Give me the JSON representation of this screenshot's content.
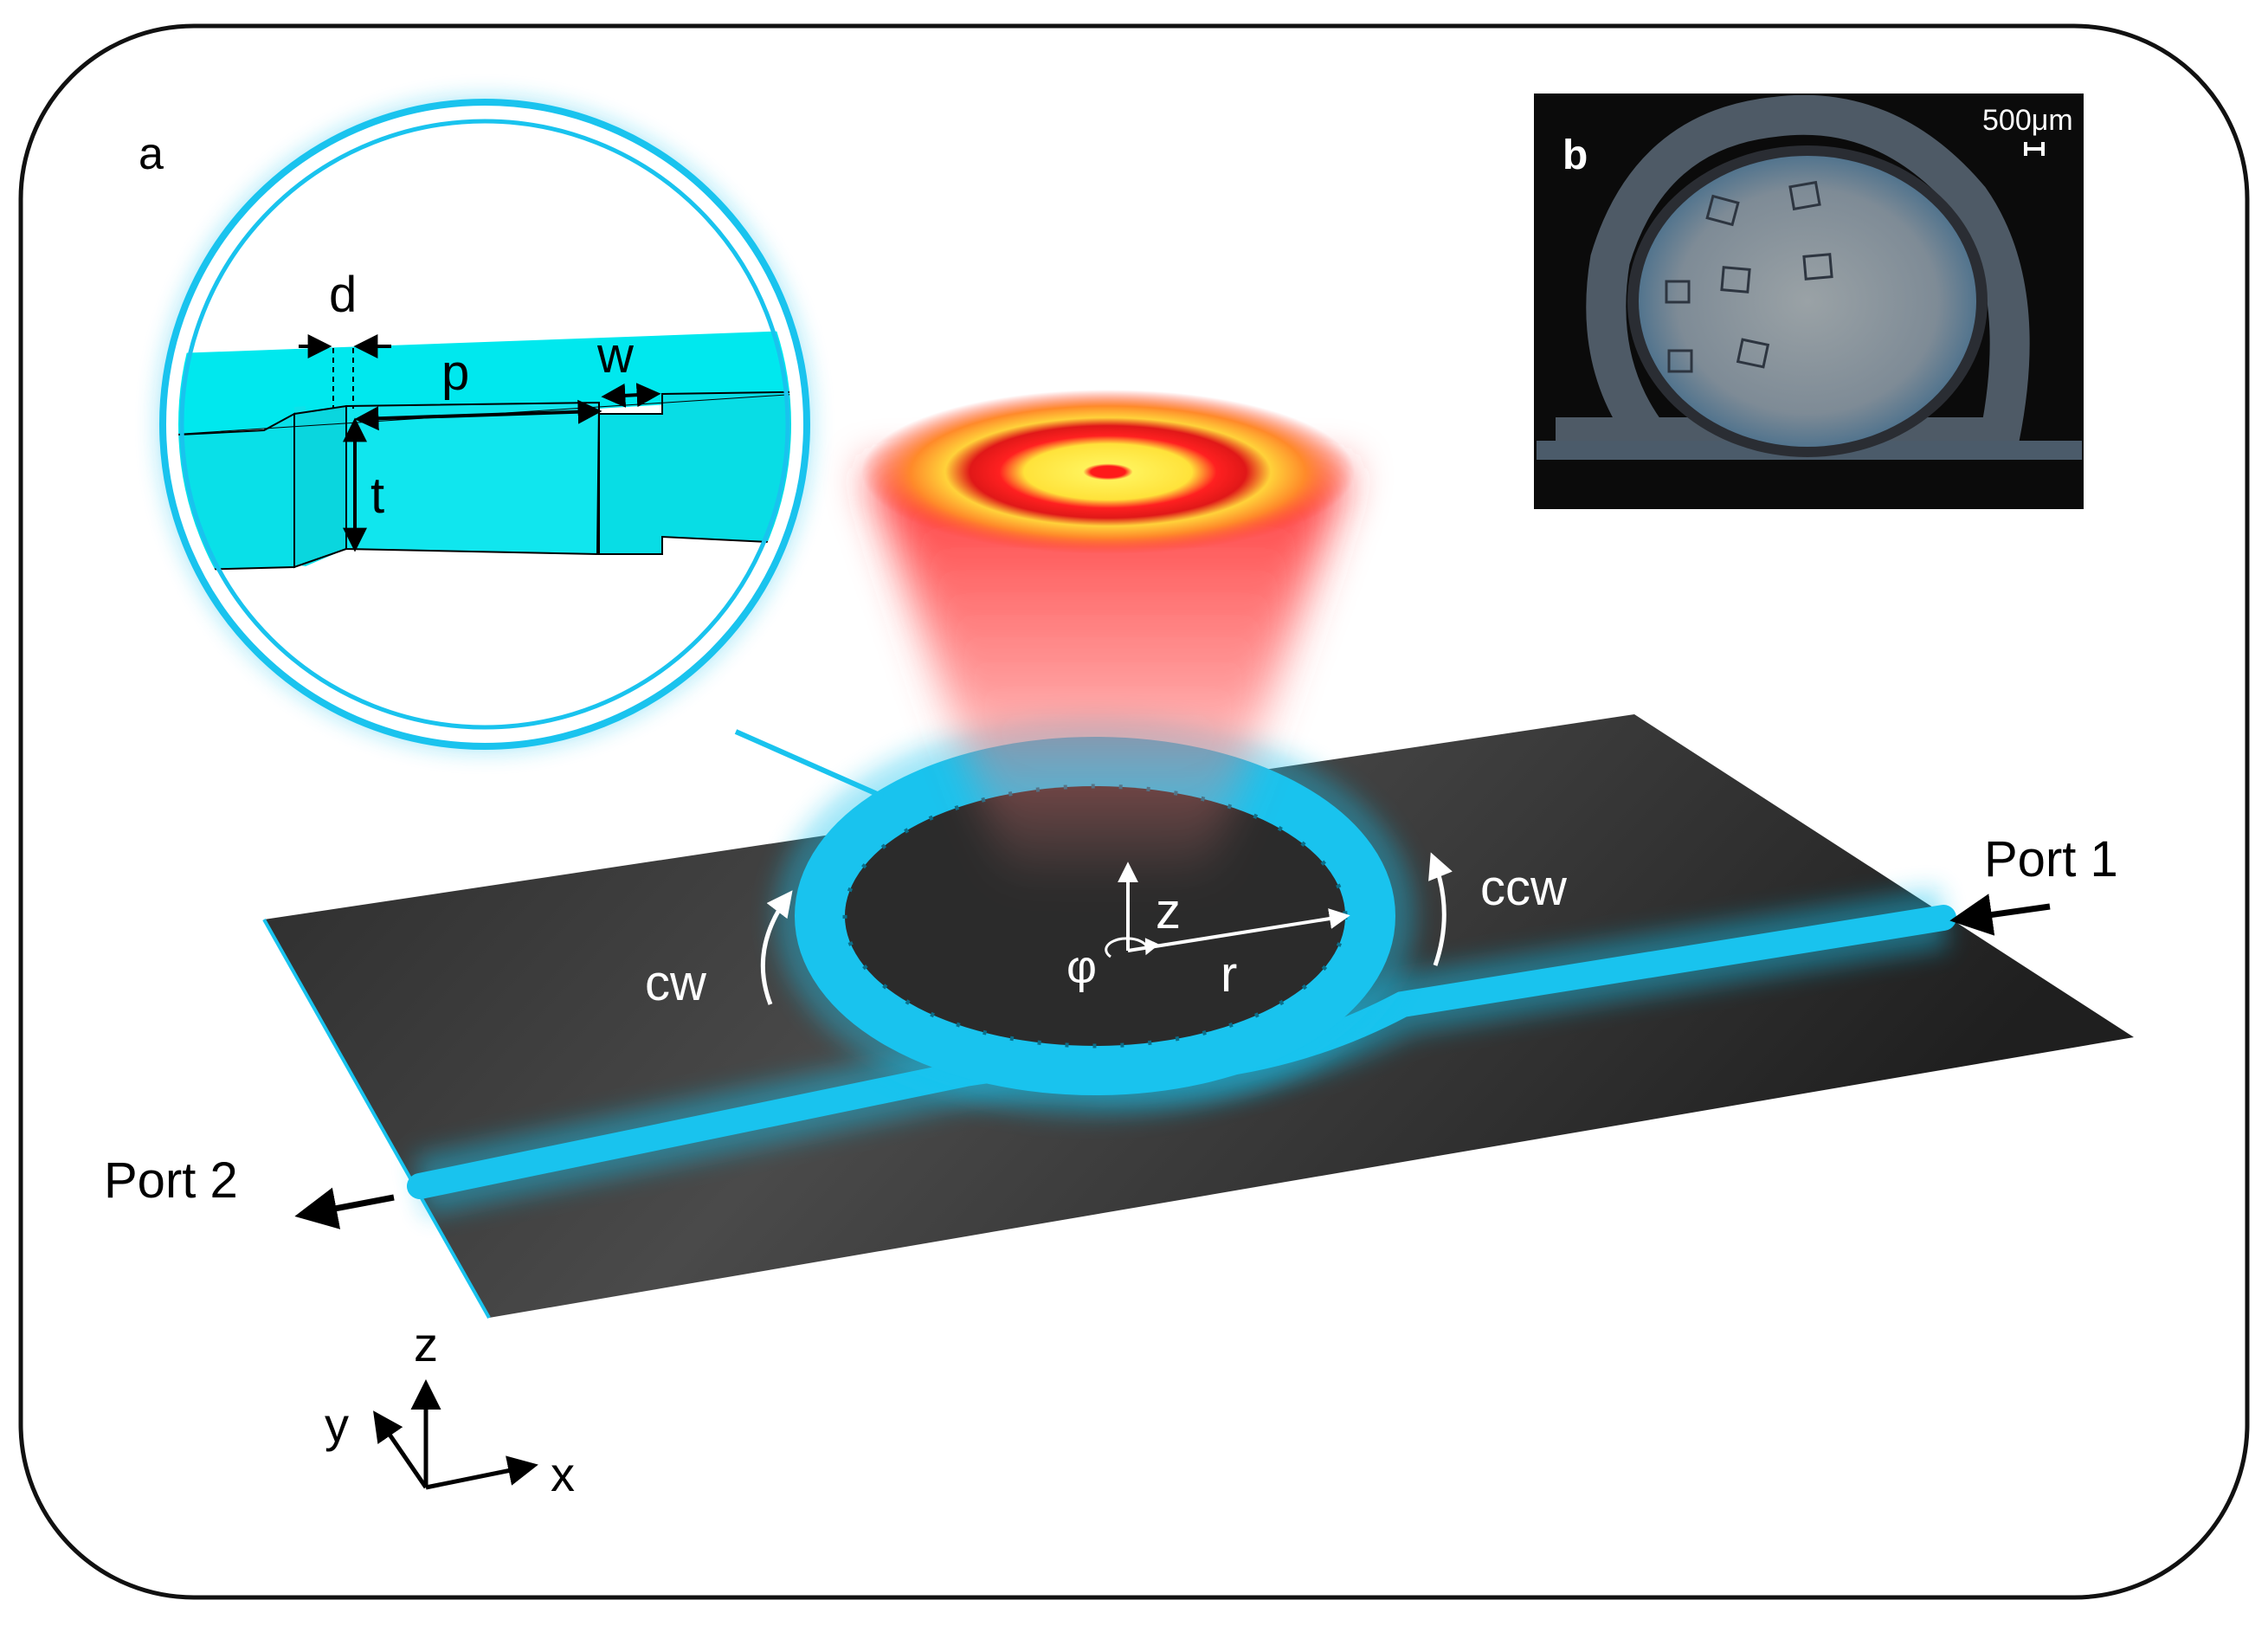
{
  "panel_a": {
    "label": "a",
    "zoom_labels": {
      "d": "d",
      "p": "p",
      "w": "w",
      "t": "t"
    },
    "ring_labels": {
      "cw": "cw",
      "ccw": "ccw",
      "z": "z",
      "r": "r",
      "phi": "φ"
    },
    "ports": {
      "port1": "Port 1",
      "port2": "Port 2"
    },
    "axes": {
      "x": "x",
      "y": "y",
      "z": "z"
    }
  },
  "panel_b": {
    "label": "b",
    "scale_bar": "500μm"
  },
  "colors": {
    "waveguide": "#19c3ee",
    "substrate": "#3a3a3a",
    "beam_outer": "#e8262a",
    "beam_inner": "#f6e83a",
    "frame": "#111111"
  }
}
